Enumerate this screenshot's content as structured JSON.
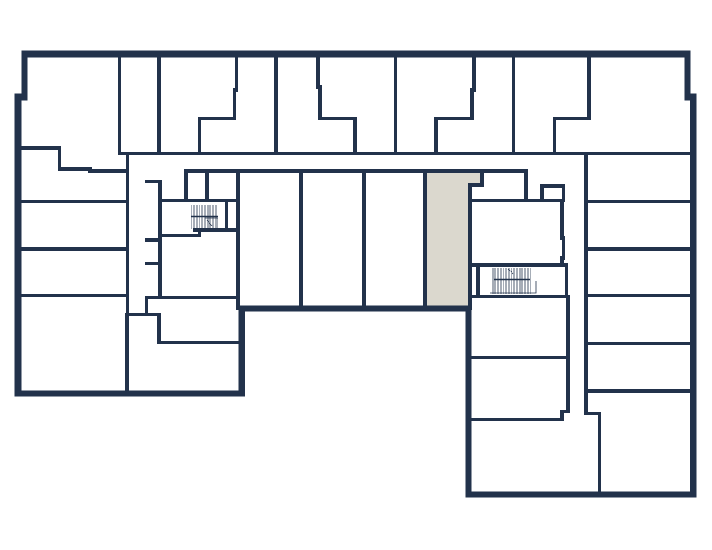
{
  "title": "Floor Plan",
  "colors": {
    "wall": "#22324b",
    "highlight": "#dbd8ce",
    "background": "#ffffff"
  },
  "units": [
    {
      "id": "highlighted-unit",
      "highlighted": true
    }
  ],
  "stairs": [
    {
      "id": "stair-west"
    },
    {
      "id": "stair-east"
    }
  ]
}
